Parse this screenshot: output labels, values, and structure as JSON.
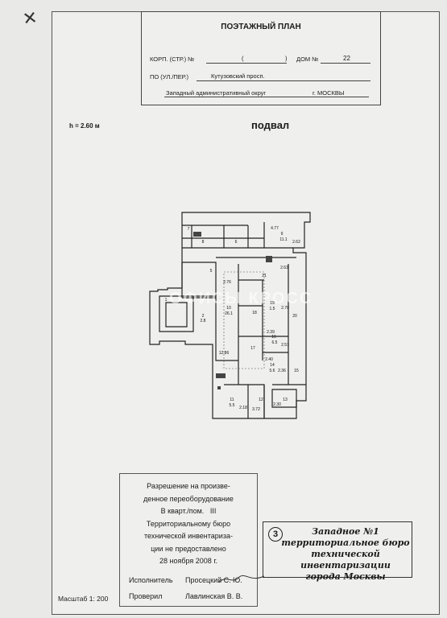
{
  "header": {
    "title": "ПОЭТАЖНЫЙ ПЛАН",
    "korp_label": "КОРП. (СТР.) №",
    "korp_paren": "(",
    "korp_paren_close": ")",
    "dom_label": "ДОМ №",
    "dom_value": "22",
    "street_label": "ПО (УЛ./ПЕР.)",
    "street_value": "Кутузовский просп.",
    "district": "Западный административный округ",
    "city": "г. МОСКВЫ"
  },
  "height_label": "h = 2.60 м",
  "floor_name": "подвал",
  "watermark": "ОФИСЫ КРОСС",
  "plan_labels": {
    "r7": "7",
    "r8": "8",
    "r6": "6",
    "r477": "4.77",
    "r9": "9",
    "r111": "11.1",
    "r262": "2.62",
    "r5": "5",
    "r276": "2.76",
    "r21": "21",
    "r263": "2.63",
    "r1": "1",
    "r2": "2",
    "r28": "2.8",
    "r10": "10",
    "r261": "26.1",
    "r18": "18",
    "r19": "19",
    "r15": "1.5",
    "r20": "20",
    "r270": "2.70",
    "r239": "2.39",
    "r16": "16",
    "r65": "6.5",
    "r251": "2.51",
    "r1286": "12.86",
    "r17": "17",
    "r240": "2.40",
    "r14": "14",
    "r56": "5.6",
    "r236": "2.36",
    "r15b": "15",
    "r11": "11",
    "r55": "5.5",
    "r12": "12",
    "r13": "13",
    "r218": "2.18",
    "r372": "3.72",
    "r230": "2.30"
  },
  "permission": {
    "line1": "Разрешение на произве-",
    "line2": "денное переоборудование",
    "line3": "В кварт./пом.",
    "line3_value": "III",
    "line4": "Территориальному бюро",
    "line5": "технической инвентариза-",
    "line6": "ции не предоставлено",
    "line7": "28 ноября 2008 г."
  },
  "signatures": {
    "executor_label": "Исполнитель",
    "executor_name": "Просецкий С. Ю.",
    "checker_label": "Проверил",
    "checker_name": "Лавлинская В. В."
  },
  "scale": "Масштаб 1: 200",
  "stamp": {
    "number": "3",
    "line1": "Западное №1",
    "line2": "территориальное бюро",
    "line3": "технической инвентаризации",
    "line4": "города Москвы"
  }
}
